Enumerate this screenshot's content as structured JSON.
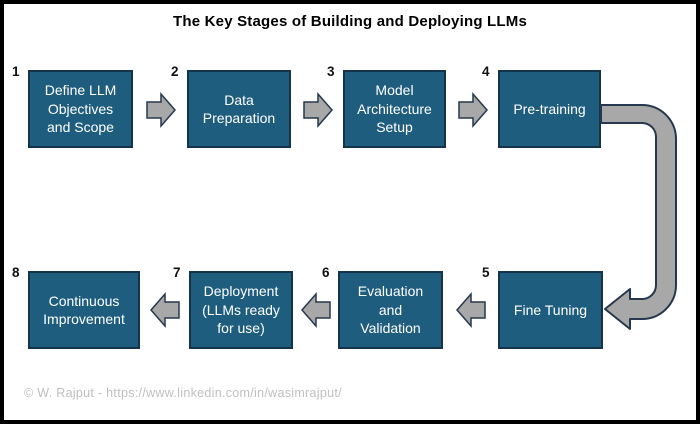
{
  "title": "The Key Stages of Building and Deploying LLMs",
  "footer": {
    "credit": "© W. Rajput - https://www.linkedin.com/in/wasimrajput/"
  },
  "colors": {
    "background": "#FFFFFF",
    "frame": "#000000",
    "title_color": "#000000",
    "number_color": "#111111",
    "box_fill": "#1E5D7E",
    "box_border": "#14344B",
    "box_text": "#FFFFFF",
    "arrow_fill": "#A8A8A8",
    "arrow_outline": "#25384E",
    "footer_text": "#BFBFBF"
  },
  "diagram": {
    "stages": [
      {
        "number": "1",
        "label": "Define LLM\nObjectives\nand Scope"
      },
      {
        "number": "2",
        "label": "Data\nPreparation"
      },
      {
        "number": "3",
        "label": "Model\nArchitecture\nSetup"
      },
      {
        "number": "4",
        "label": "Pre-training"
      },
      {
        "number": "5",
        "label": "Fine Tuning"
      },
      {
        "number": "6",
        "label": "Evaluation\nand\nValidation"
      },
      {
        "number": "7",
        "label": "Deployment\n(LLMs ready\nfor use)"
      },
      {
        "number": "8",
        "label": "Continuous\nImprovement"
      }
    ],
    "connectors": [
      {
        "icon": "arrow-right-icon",
        "from": "1",
        "to": "2"
      },
      {
        "icon": "arrow-right-icon",
        "from": "2",
        "to": "3"
      },
      {
        "icon": "arrow-right-icon",
        "from": "3",
        "to": "4"
      },
      {
        "icon": "u-turn-arrow-icon",
        "from": "4",
        "to": "5"
      },
      {
        "icon": "arrow-left-icon",
        "from": "5",
        "to": "6"
      },
      {
        "icon": "arrow-left-icon",
        "from": "6",
        "to": "7"
      },
      {
        "icon": "arrow-left-icon",
        "from": "7",
        "to": "8"
      }
    ]
  }
}
